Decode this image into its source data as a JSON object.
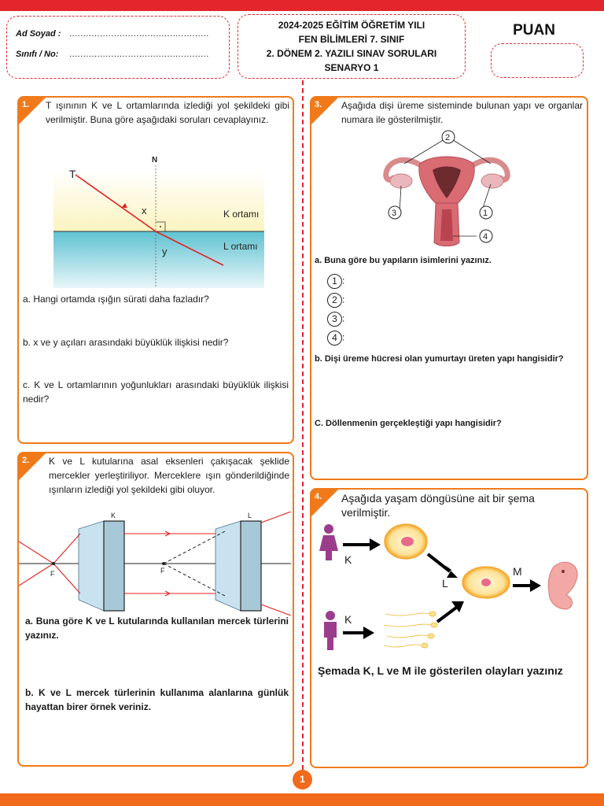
{
  "header": {
    "name_label": "Ad Soyad :",
    "class_label": "Sınıfı / No:",
    "dots": "..................................................",
    "lines": [
      "2024-2025 EĞİTİM ÖĞRETİM YILI",
      "FEN BİLİMLERİ 7. SINIF",
      "2. DÖNEM 2. YAZILI SINAV SORULARI",
      "SENARYO 1"
    ],
    "score_label": "PUAN"
  },
  "q1": {
    "num": "1.",
    "text": "T ışınının K ve L ortamlarında izlediği yol şekildeki gibi verilmiştir. Buna göre aşağıdaki soruları cevaplayınız.",
    "figure": {
      "ray": "T",
      "normal": "N",
      "angle_x": "x",
      "angle_y": "y",
      "medium_k": "K ortamı",
      "medium_l": "L ortamı"
    },
    "a": "a. Hangi ortamda ışığın sürati daha fazladır?",
    "b": "b. x ve y açıları arasındaki büyüklük ilişkisi nedir?",
    "c": "c. K ve L ortamlarının yoğunlukları arasındaki büyüklük ilişkisi nedir?"
  },
  "q2": {
    "num": "2.",
    "text": "K ve L kutularına asal eksenleri çakışacak şeklide mercekler yerleştiriliyor. Merceklere ışın gönderildiğinde ışınların izlediği yol şekildeki gibi oluyor.",
    "figure": {
      "box_k": "K",
      "box_l": "L",
      "focus_1": "F",
      "focus_2": "F"
    },
    "a": "a. Buna göre K ve L kutularında kullanılan mercek türlerini yazınız.",
    "b": "b. K ve L mercek türlerinin kullanıma alanlarına günlük hayattan birer örnek veriniz."
  },
  "q3": {
    "num": "3.",
    "text": "Aşağıda dişi üreme sisteminde bulunan yapı ve organlar numara ile gösterilmiştir.",
    "figure_labels": [
      "1",
      "2",
      "3",
      "4"
    ],
    "a": "a. Buna göre bu yapıların isimlerini yazınız.",
    "answers": [
      {
        "n": "1",
        "text": ":"
      },
      {
        "n": "2",
        "text": ":"
      },
      {
        "n": "3",
        "text": ":"
      },
      {
        "n": "4",
        "text": ":"
      }
    ],
    "b": "b. Dişi üreme hücresi olan yumurtayı üreten yapı hangisidir?",
    "c": "C. Döllenmenin gerçekleştiği yapı hangisidir?"
  },
  "q4": {
    "num": "4.",
    "text": "Aşağıda yaşam döngüsüne ait bir  şema verilmiştir.",
    "figure": {
      "k_top": "K",
      "k_bottom": "K",
      "l": "L",
      "m": "M"
    },
    "question": "Şemada K, L ve M ile gösterilen olayları yazınız"
  },
  "footer": {
    "page": "1"
  },
  "colors": {
    "accent_red": "#e3262b",
    "accent_orange": "#f07a1a",
    "female_purple": "#9b3d8c"
  }
}
